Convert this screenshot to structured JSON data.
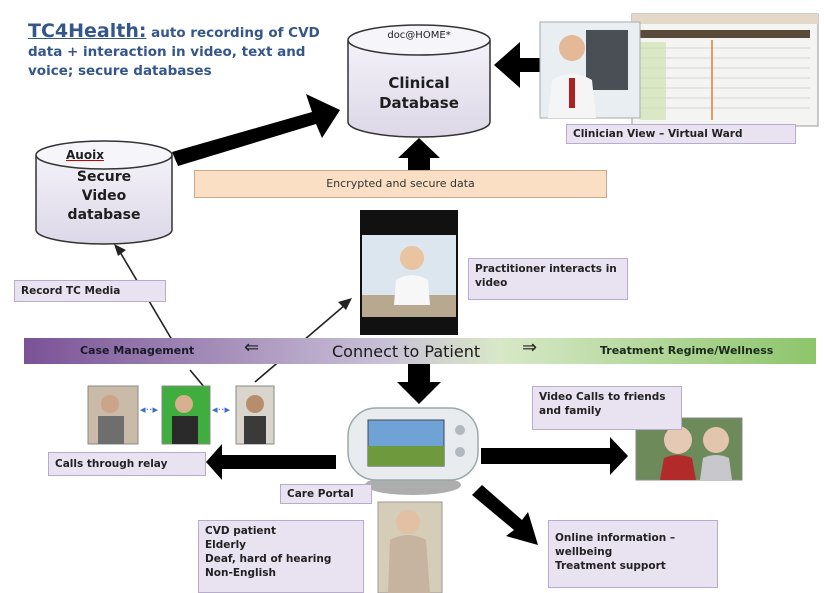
{
  "title": {
    "heading": "TC4Health:",
    "text": "auto recording of CVD data + interaction in video, text and voice; secure databases"
  },
  "clinical_db": {
    "tag": "doc@HOME*",
    "label": "Clinical Database"
  },
  "video_db": {
    "brand": "Auoix",
    "label": "Secure Video database"
  },
  "clinician_view": "Clinician View – Virtual Ward",
  "encrypted_bar": "Encrypted and secure data",
  "record_tc": "Record TC Media",
  "practitioner": "Practitioner interacts in video",
  "connect_bar": {
    "left": "Case Management",
    "center": "Connect to Patient",
    "right": "Treatment Regime/Wellness",
    "left_arrow": "⇐",
    "right_arrow": "⇒"
  },
  "calls_relay": "Calls through relay",
  "care_portal": "Care Portal",
  "video_calls": "Video Calls to friends and family",
  "patient_box": [
    "CVD patient",
    "Elderly",
    "Deaf, hard of hearing",
    "Non-English"
  ],
  "online_info": [
    "Online information – wellbeing",
    "Treatment support"
  ],
  "colors": {
    "title": "#35568a",
    "peach_bar": "#fbdfc4",
    "lavender_box": "#e9e3f1",
    "connect_left": "#7a5296",
    "connect_right": "#8dc56b",
    "arrow": "#000000"
  }
}
